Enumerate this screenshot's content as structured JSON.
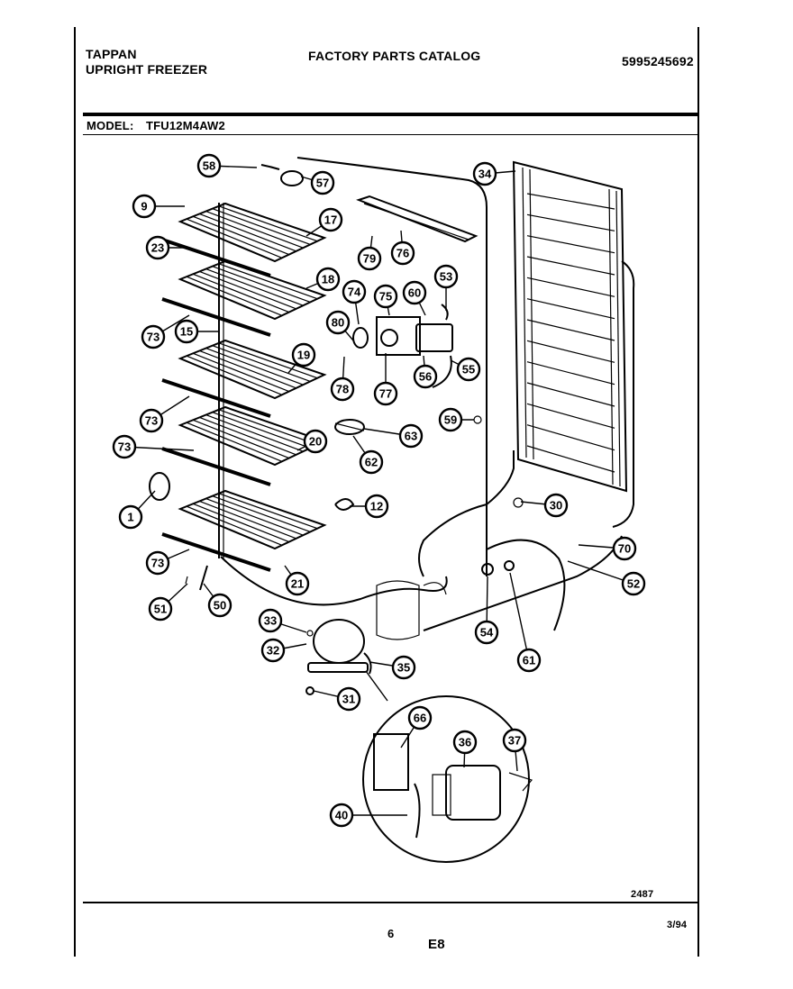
{
  "header": {
    "brand": "TAPPAN",
    "product": "UPRIGHT FREEZER",
    "catalog_title": "FACTORY PARTS CATALOG",
    "catalog_number": "5995245692",
    "model_label": "MODEL:",
    "model_value": "TFU12M4AW2"
  },
  "footer": {
    "diagram_number": "2487",
    "page_number": "6",
    "section_code": "E8",
    "date": "3/94"
  },
  "callouts": [
    {
      "id": "c58",
      "label": "58"
    },
    {
      "id": "c57",
      "label": "57"
    },
    {
      "id": "c34",
      "label": "34"
    },
    {
      "id": "c9",
      "label": "9"
    },
    {
      "id": "c17",
      "label": "17"
    },
    {
      "id": "c79",
      "label": "79"
    },
    {
      "id": "c76",
      "label": "76"
    },
    {
      "id": "c23",
      "label": "23"
    },
    {
      "id": "c18",
      "label": "18"
    },
    {
      "id": "c53",
      "label": "53"
    },
    {
      "id": "c74",
      "label": "74"
    },
    {
      "id": "c75",
      "label": "75"
    },
    {
      "id": "c60",
      "label": "60"
    },
    {
      "id": "c80",
      "label": "80"
    },
    {
      "id": "c73a",
      "label": "73"
    },
    {
      "id": "c15",
      "label": "15"
    },
    {
      "id": "c19",
      "label": "19"
    },
    {
      "id": "c56",
      "label": "56"
    },
    {
      "id": "c55",
      "label": "55"
    },
    {
      "id": "c78",
      "label": "78"
    },
    {
      "id": "c77",
      "label": "77"
    },
    {
      "id": "c73b",
      "label": "73"
    },
    {
      "id": "c59",
      "label": "59"
    },
    {
      "id": "c63",
      "label": "63"
    },
    {
      "id": "c73c",
      "label": "73"
    },
    {
      "id": "c20",
      "label": "20"
    },
    {
      "id": "c62",
      "label": "62"
    },
    {
      "id": "c30",
      "label": "30"
    },
    {
      "id": "c12",
      "label": "12"
    },
    {
      "id": "c1",
      "label": "1"
    },
    {
      "id": "c70",
      "label": "70"
    },
    {
      "id": "c73d",
      "label": "73"
    },
    {
      "id": "c21",
      "label": "21"
    },
    {
      "id": "c52",
      "label": "52"
    },
    {
      "id": "c51",
      "label": "51"
    },
    {
      "id": "c50",
      "label": "50"
    },
    {
      "id": "c33",
      "label": "33"
    },
    {
      "id": "c54",
      "label": "54"
    },
    {
      "id": "c32",
      "label": "32"
    },
    {
      "id": "c35",
      "label": "35"
    },
    {
      "id": "c61",
      "label": "61"
    },
    {
      "id": "c31",
      "label": "31"
    },
    {
      "id": "c66",
      "label": "66"
    },
    {
      "id": "c36",
      "label": "36"
    },
    {
      "id": "c37",
      "label": "37"
    },
    {
      "id": "c40",
      "label": "40"
    }
  ]
}
